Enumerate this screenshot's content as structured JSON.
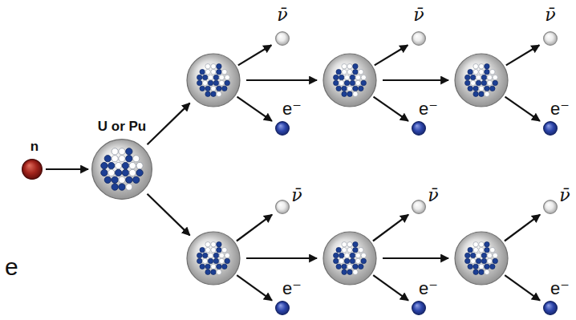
{
  "diagram": {
    "nodes": [
      {
        "text": [
          "n"
        ]
      },
      {
        "text": [
          "U or Pu"
        ]
      },
      {
        "text": [
          "ν̄"
        ]
      },
      {
        "text": [
          "e⁻"
        ]
      },
      {
        "text": [
          "ν̄"
        ]
      },
      {
        "text": [
          "e⁻"
        ]
      },
      {
        "text": [
          "ν̄"
        ]
      },
      {
        "text": [
          "e⁻"
        ]
      },
      {
        "text": [
          "ν̄"
        ]
      },
      {
        "text": [
          "e⁻"
        ]
      },
      {
        "text": [
          "ν̄"
        ]
      },
      {
        "text": [
          "e⁻"
        ]
      },
      {
        "text": [
          "ν̄"
        ]
      },
      {
        "text": [
          "e⁻"
        ]
      }
    ],
    "edges": [
      {
        "from": 0,
        "to": 1,
        "arrow": "to"
      }
    ],
    "labels": [
      "e"
    ]
  }
}
